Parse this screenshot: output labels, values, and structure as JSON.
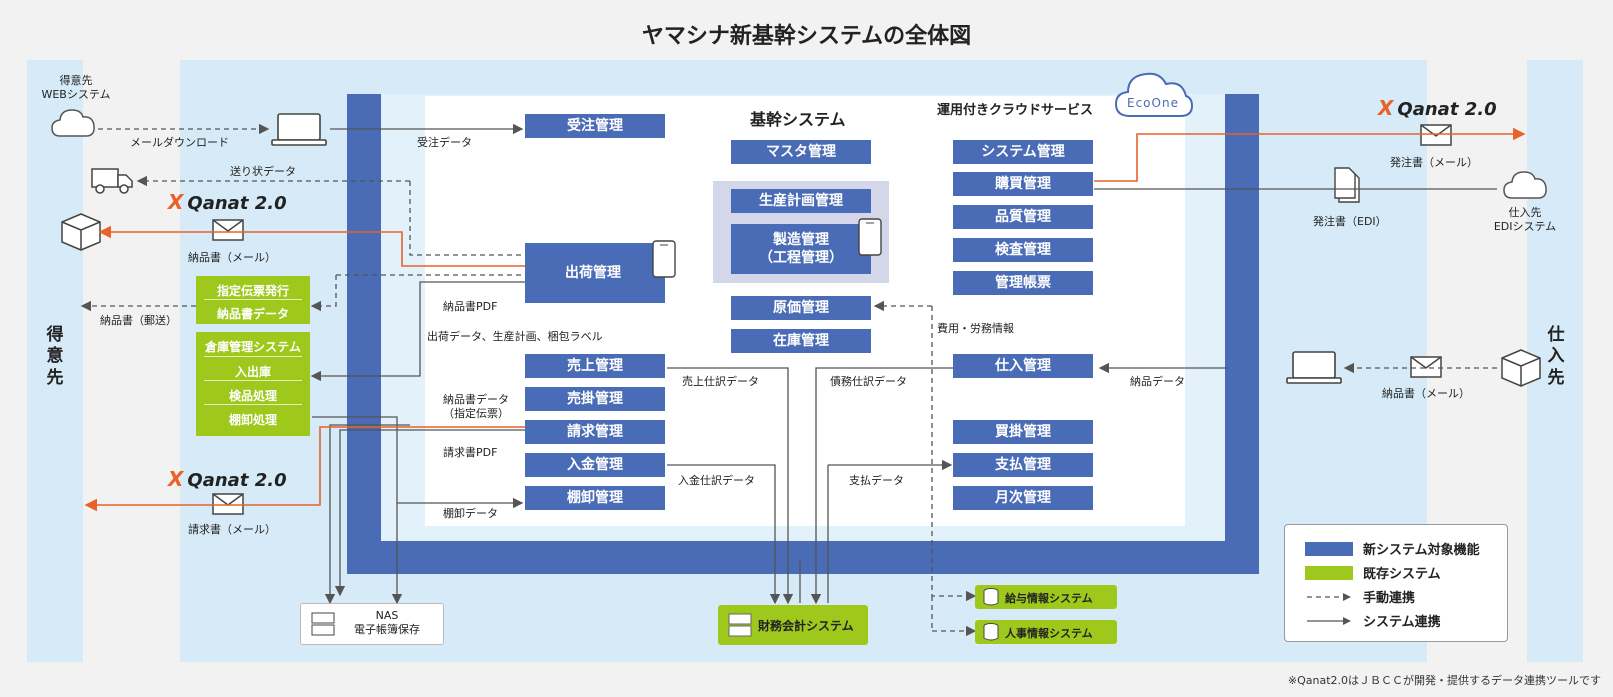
{
  "title": "ヤマシナ新基幹システムの全体図",
  "left_side_label": "得意先",
  "right_side_label": "仕入先",
  "core_label": "基幹システム",
  "cloud_label": "運用付きクラウドサービス",
  "ecoone_label": "EcoOne",
  "qanat_label": "Qanat 2.0",
  "customer_web": "得意先\nWEBシステム",
  "supplier_edi": "仕入先\nEDIシステム",
  "nas_label": "NAS\n電子帳簿保存",
  "zaimu_label": "財務会計システム",
  "kyuyo_label": "給与情報システム",
  "jinji_label": "人事情報システム",
  "modules": {
    "juchu": "受注管理",
    "master": "マスタ管理",
    "seisan": "生産計画管理",
    "seizou": "製造管理\n（工程管理）",
    "shukka": "出荷管理",
    "genka": "原価管理",
    "zaiko": "在庫管理",
    "uriage": "売上管理",
    "urikake": "売掛管理",
    "seikyu": "請求管理",
    "nyukin": "入金管理",
    "tanaoroshi": "棚卸管理",
    "system": "システム管理",
    "kobai": "購買管理",
    "hinshitsu": "品質管理",
    "kensa": "検査管理",
    "kanri_chohyo": "管理帳票",
    "shiire": "仕入管理",
    "kaikake": "買掛管理",
    "shiharai": "支払管理",
    "getsuji": "月次管理"
  },
  "existing": {
    "shitei_group": [
      "指定伝票発行",
      "納品書データ"
    ],
    "soko_group": [
      "倉庫管理システム",
      "入出庫",
      "検品処理",
      "棚卸処理"
    ]
  },
  "flow_labels": {
    "mail_download": "メールダウンロード",
    "juchu_data": "受注データ",
    "okurijo_data": "送り状データ",
    "nohinsho_mail_left": "納品書（メール）",
    "nohinsho_yuso": "納品書（郵送）",
    "nohinsho_pdf": "納品書PDF",
    "shukka_data": "出荷データ、生産計画、梱包ラベル",
    "nohinsho_data": "納品書データ\n（指定伝票）",
    "seikyusho_pdf": "請求書PDF",
    "tanaoroshi_data": "棚卸データ",
    "seikyusho_mail": "請求書（メール）",
    "uriage_shiwake": "売上仕訳データ",
    "nyukin_shiwake": "入金仕訳データ",
    "saimu_shiwake": "債務仕訳データ",
    "shiharai_data": "支払データ",
    "hiyo_romu": "費用・労務情報",
    "nohin_data_right": "納品データ",
    "nohinsho_mail_right": "納品書（メール）",
    "hacchusho_mail": "発注書（メール）",
    "hacchusho_edi": "発注書（EDI）"
  },
  "legend": {
    "new_system": "新システム対象機能",
    "existing_system": "既存システム",
    "manual_link": "手動連携",
    "system_link": "システム連携"
  },
  "footnote": "※Qanat2.0はＪＢＣＣが開発・提供するデータ連携ツールです",
  "colors": {
    "blue": "#4a6bb5",
    "green": "#9ec91c",
    "orange": "#e8622a",
    "zone": "#d6ebf7",
    "gray_line": "#666666"
  },
  "icons": [
    "cloud-icon",
    "laptop-icon",
    "truck-icon",
    "box-icon",
    "envelope-icon",
    "smartphone-icon",
    "document-icon",
    "server-icon",
    "database-icon"
  ]
}
